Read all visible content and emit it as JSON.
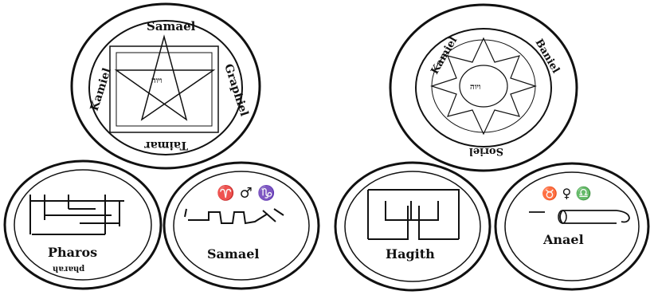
{
  "seals": {
    "left_large": {
      "names": [
        "Samael",
        "Graphiel",
        "Taimar",
        "Kamiel"
      ],
      "center_glyph": "ויוה"
    },
    "right_large": {
      "names": [
        "Kamiel",
        "Baniel",
        "Soriel"
      ],
      "center_glyph": "ויוה"
    },
    "pharos": {
      "label": "Pharos",
      "sub_label": "ɥɐɹɐɥd"
    },
    "samael": {
      "label": "Samael",
      "glyphs": "♈ ♂ ♑"
    },
    "hagith": {
      "label": "Hagith"
    },
    "anael": {
      "label": "Anael",
      "glyphs": "♉ ♀ ♎"
    }
  },
  "colors": {
    "ink": "#111111",
    "paper": "#ffffff"
  }
}
